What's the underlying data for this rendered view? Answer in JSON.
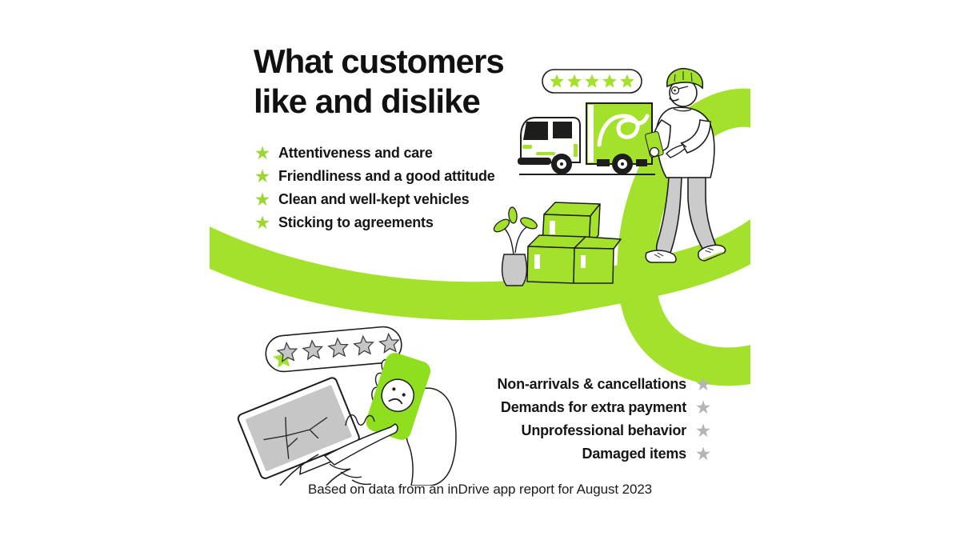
{
  "title": {
    "line1": "What customers",
    "line2": "like and dislike"
  },
  "likes": {
    "items": [
      "Attentiveness and care",
      "Friendliness and a good attitude",
      "Clean and well-kept vehicles",
      "Sticking to agreements"
    ]
  },
  "dislikes": {
    "items": [
      "Non-arrivals & cancellations",
      "Demands for extra payment",
      "Unprofessional behavior",
      "Damaged items"
    ]
  },
  "footer": {
    "text": "Based on data from an inDrive app report for August 2023"
  },
  "ratings": {
    "top_badge": {
      "stars_total": 5,
      "stars_filled": 5
    },
    "bottom_badge": {
      "stars_total": 5,
      "stars_filled": 1
    }
  },
  "icons": {
    "star": "★"
  },
  "colors": {
    "brand_green": "#a4e12c",
    "list_star_green": "#9bd632",
    "gray_star": "#b5b5b5",
    "gray_fill": "#c9c9c9",
    "ink": "#161616",
    "background": "#ffffff"
  }
}
